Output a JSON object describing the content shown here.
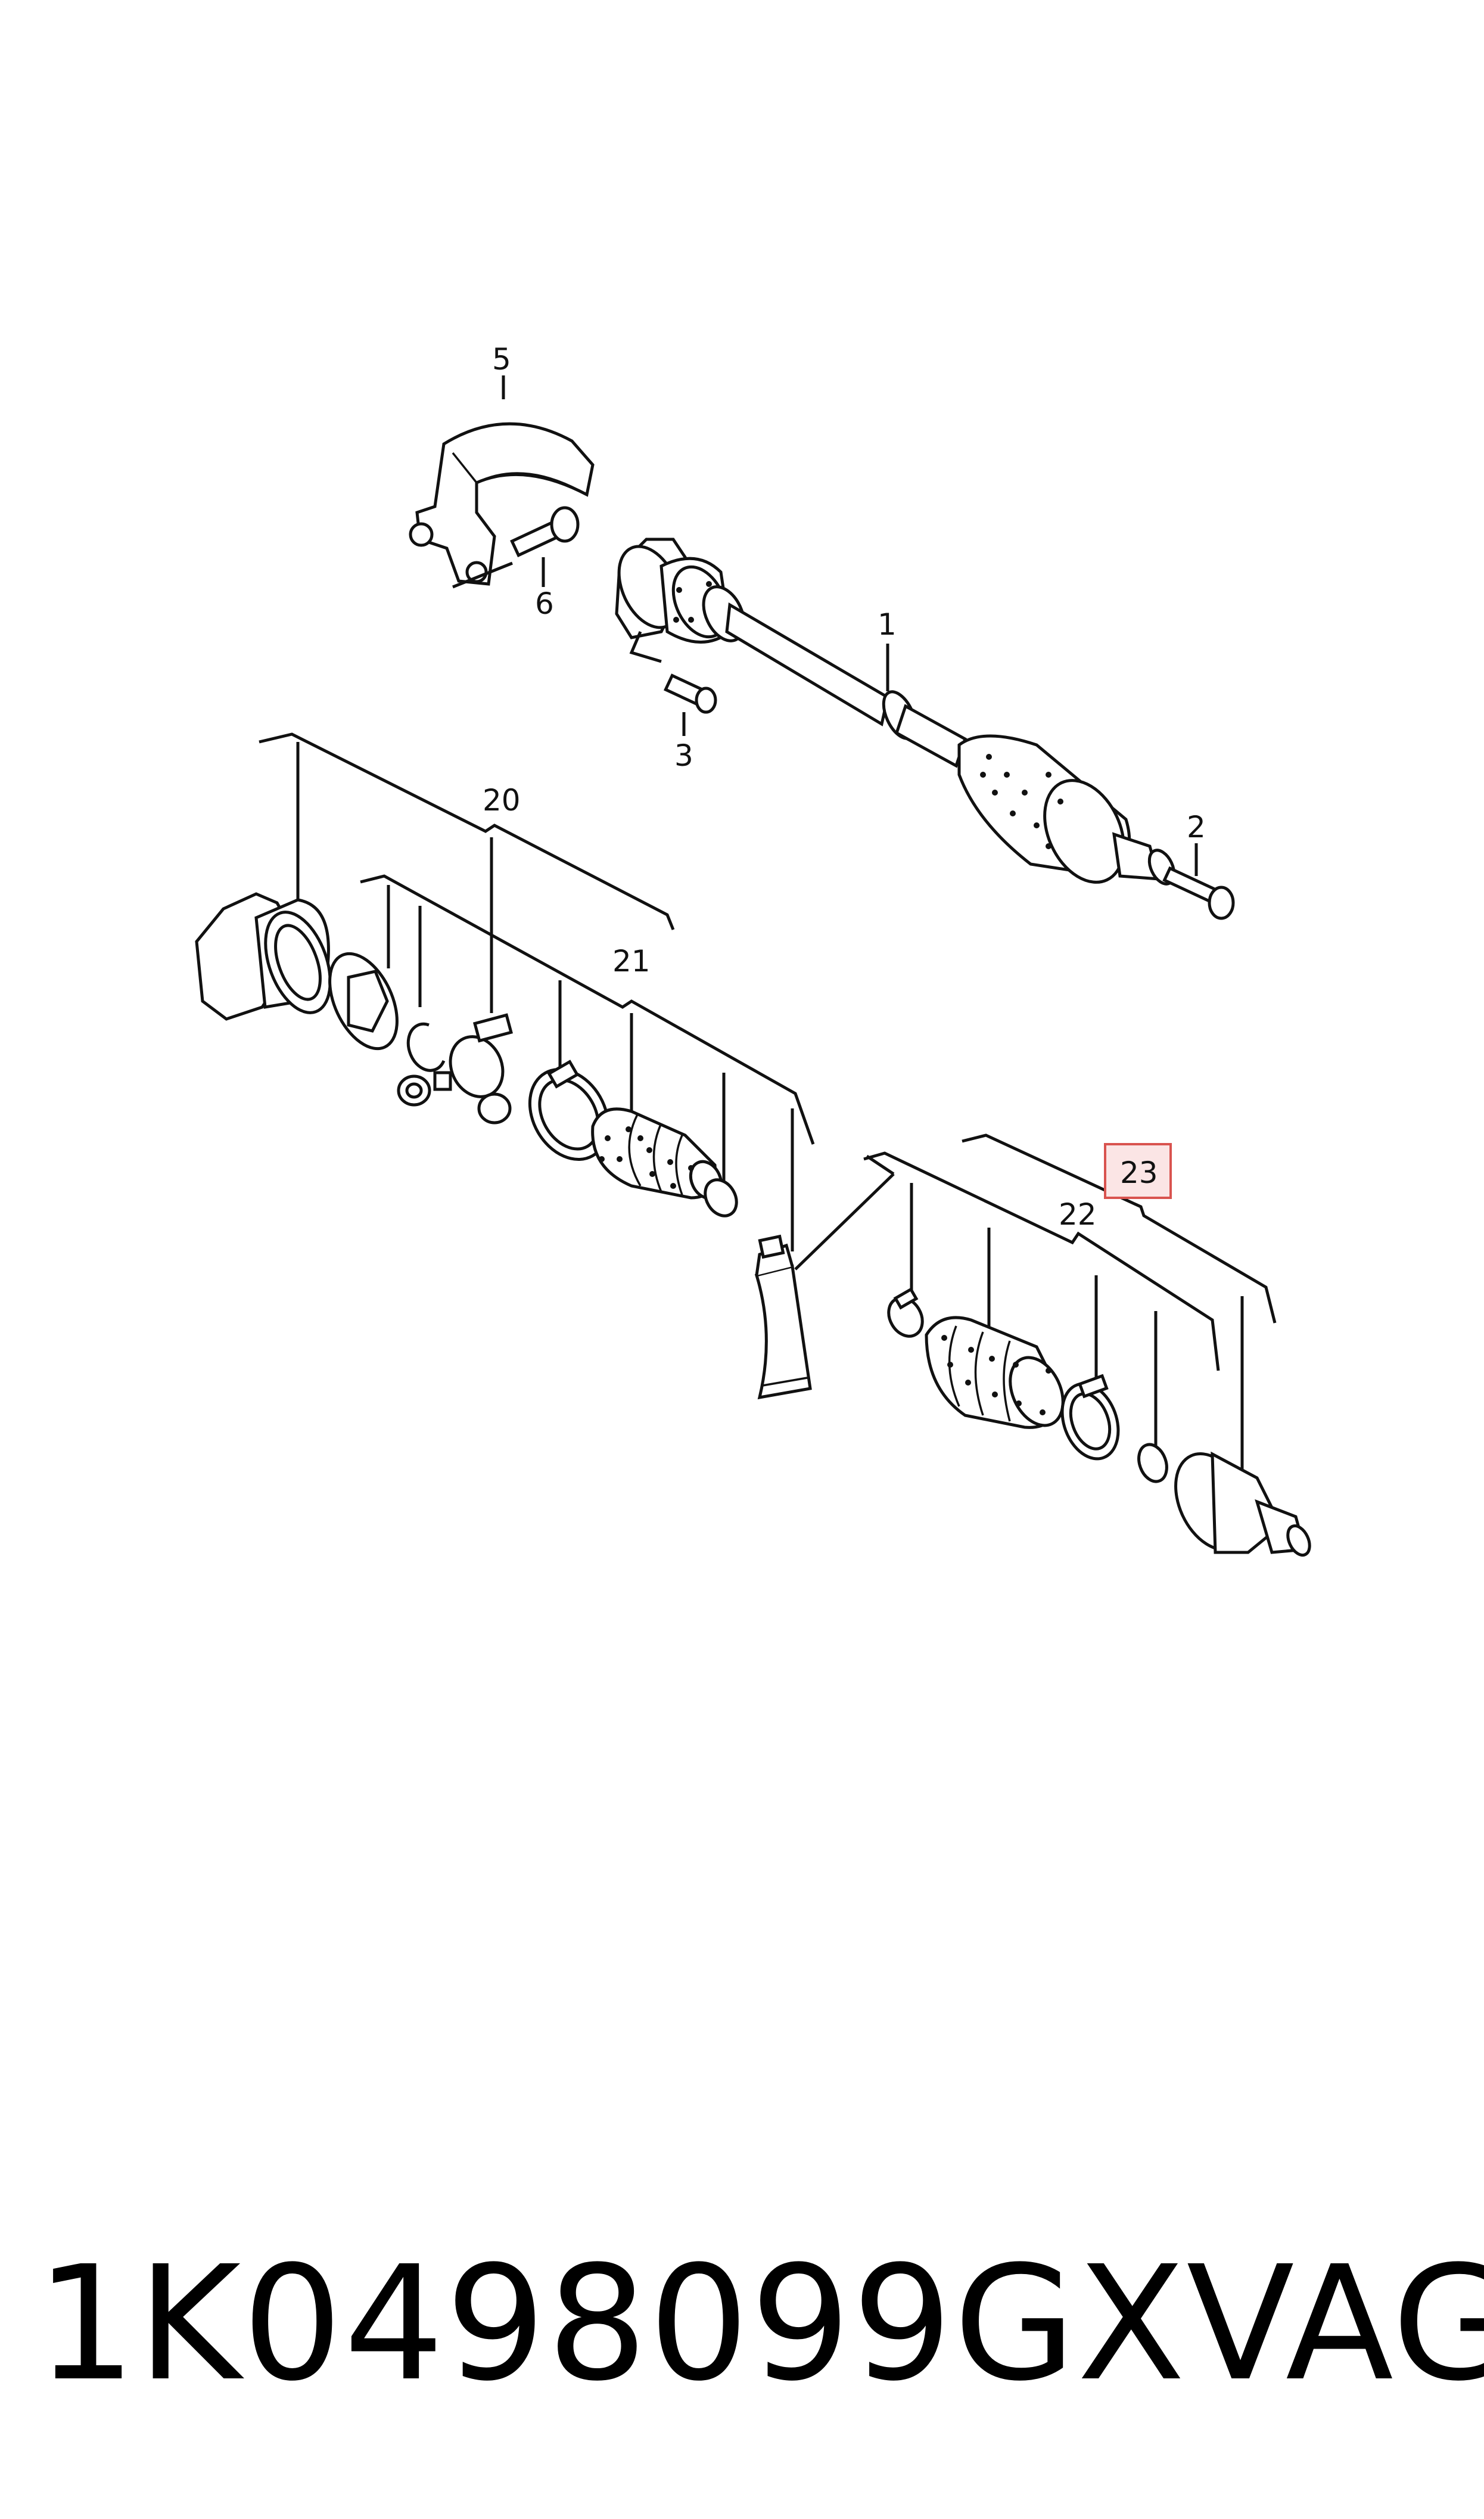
{
  "diagram": {
    "callouts": {
      "c1": "1",
      "c2": "2",
      "c3": "3",
      "c5": "5",
      "c6": "6",
      "c20": "20",
      "c21": "21",
      "c22": "22",
      "c23": "23"
    },
    "highlight_color": "#d9534f"
  },
  "footer": {
    "part_number": "1K0498099GX",
    "brand": "VAG"
  }
}
